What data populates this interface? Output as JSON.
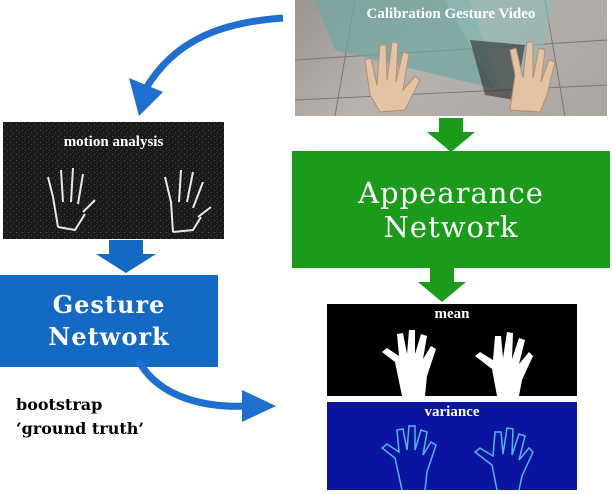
{
  "video_panel": {
    "label": "Calibration Gesture Video"
  },
  "motion_panel": {
    "label": "motion analysis"
  },
  "appearance_box": {
    "label": "Appearance\nNetwork"
  },
  "gesture_box": {
    "label": "Gesture\nNetwork"
  },
  "mean_panel": {
    "label": "mean"
  },
  "variance_panel": {
    "label": "variance"
  },
  "bootstrap_text": {
    "label": "bootstrap\n‘ground truth’"
  },
  "colors": {
    "green": "#1a9b1a",
    "blue": "#1469c4",
    "arrow_blue": "#1e6fd0",
    "variance_bg": "#0a14a0"
  }
}
